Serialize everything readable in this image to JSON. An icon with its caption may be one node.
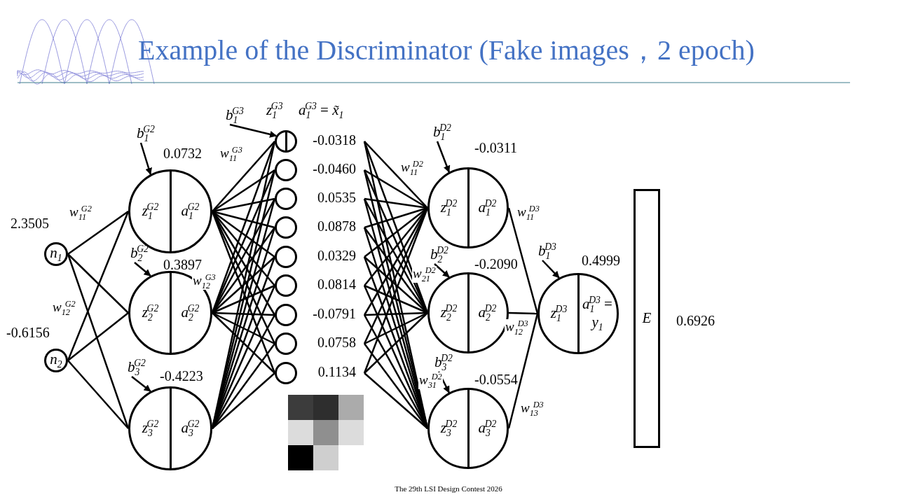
{
  "diagram": {
    "title": "Example of the Discriminator (Fake images，2 epoch)",
    "nodes": [
      {
        "text": [
          "*n*$_{1}$"
        ],
        "beside": [
          "2.3505"
        ]
      },
      {
        "text": [
          "*n*$_{2}$"
        ],
        "beside": [
          "-0.6156"
        ]
      },
      {
        "text": [
          "*z*$_{1}$$^{G2}$",
          "*a*$_{1}$$^{G2}$"
        ],
        "beside": [
          "0.0732"
        ]
      },
      {
        "text": [
          "*z*$_{2}$$^{G2}$",
          "*a*$_{2}$$^{G2}$"
        ],
        "beside": [
          "0.3897"
        ]
      },
      {
        "text": [
          "*z*$_{3}$$^{G2}$",
          "*a*$_{3}$$^{G2}$"
        ],
        "beside": [
          "-0.4223"
        ]
      },
      {
        "text": [
          "*z*$_{1}$$^{G3}$",
          "*a*$_{1}$$^{G3}$ = *x̃*$_{1}$"
        ],
        "beside": [
          "-0.0318"
        ]
      },
      {
        "text": [],
        "shape": "circle",
        "beside": [
          "-0.0460"
        ]
      },
      {
        "text": [],
        "shape": "circle",
        "beside": [
          "0.0535"
        ]
      },
      {
        "text": [],
        "shape": "circle",
        "beside": [
          "0.0878"
        ]
      },
      {
        "text": [],
        "shape": "circle",
        "beside": [
          "0.0329"
        ]
      },
      {
        "text": [],
        "shape": "circle",
        "beside": [
          "0.0814"
        ]
      },
      {
        "text": [],
        "shape": "circle",
        "beside": [
          "-0.0791"
        ]
      },
      {
        "text": [],
        "shape": "circle",
        "beside": [
          "0.0758"
        ]
      },
      {
        "text": [],
        "shape": "circle",
        "beside": [
          "0.1134"
        ]
      },
      {
        "text": [
          "*z*$_{1}$$^{D2}$",
          "*a*$_{1}$$^{D2}$"
        ],
        "beside": [
          "-0.0311"
        ]
      },
      {
        "text": [
          "*z*$_{2}$$^{D2}$",
          "*a*$_{2}$$^{D2}$"
        ],
        "beside": [
          "-0.2090"
        ]
      },
      {
        "text": [
          "*z*$_{3}$$^{D2}$",
          "*a*$_{3}$$^{D2}$"
        ],
        "beside": [
          "-0.0554"
        ]
      },
      {
        "text": [
          "*z*$_{1}$$^{D3}$",
          "*a*$_{1}$$^{D3}$ = *y*$_{1}$"
        ],
        "beside": [
          "0.4999"
        ]
      },
      {
        "text": [
          "E"
        ],
        "beside": [
          "0.6926"
        ]
      },
      {
        "text": [
          "*b*$_{1}$$^{G2}$"
        ]
      },
      {
        "text": [
          "*b*$_{2}$$^{G2}$"
        ]
      },
      {
        "text": [
          "*b*$_{3}$$^{G2}$"
        ]
      },
      {
        "text": [
          "*b*$_{1}$$^{G3}$"
        ]
      },
      {
        "text": [
          "*b*$_{1}$$^{D2}$"
        ]
      },
      {
        "text": [
          "*b*$_{2}$$^{D2}$"
        ]
      },
      {
        "text": [
          "*b*$_{3}$$^{D2}$"
        ]
      },
      {
        "text": [
          "*b*$_{1}$$^{D3}$"
        ]
      }
    ],
    "edges": [
      {
        "from": 0,
        "to": 2,
        "arrow": "none",
        "label": "*w*$_{11}$$^{G2}$"
      },
      {
        "from": 0,
        "to": 3,
        "arrow": "none"
      },
      {
        "from": 0,
        "to": 4,
        "arrow": "none"
      },
      {
        "from": 1,
        "to": 2,
        "arrow": "none",
        "label": "*w*$_{12}$$^{G2}$"
      },
      {
        "from": 1,
        "to": 3,
        "arrow": "none"
      },
      {
        "from": 1,
        "to": 4,
        "arrow": "none"
      },
      {
        "from": 2,
        "to": 5,
        "arrow": "none",
        "label": "*w*$_{11}$$^{G3}$"
      },
      {
        "from": 2,
        "to": 6,
        "arrow": "none"
      },
      {
        "from": 2,
        "to": 7,
        "arrow": "none"
      },
      {
        "from": 2,
        "to": 8,
        "arrow": "none"
      },
      {
        "from": 2,
        "to": 9,
        "arrow": "none"
      },
      {
        "from": 2,
        "to": 10,
        "arrow": "none"
      },
      {
        "from": 2,
        "to": 11,
        "arrow": "none"
      },
      {
        "from": 2,
        "to": 12,
        "arrow": "none"
      },
      {
        "from": 2,
        "to": 13,
        "arrow": "none"
      },
      {
        "from": 3,
        "to": 5,
        "arrow": "none",
        "label": "*w*$_{12}$$^{G3}$"
      },
      {
        "from": 3,
        "to": 6,
        "arrow": "none"
      },
      {
        "from": 3,
        "to": 7,
        "arrow": "none"
      },
      {
        "from": 3,
        "to": 8,
        "arrow": "none"
      },
      {
        "from": 3,
        "to": 9,
        "arrow": "none"
      },
      {
        "from": 3,
        "to": 10,
        "arrow": "none"
      },
      {
        "from": 3,
        "to": 11,
        "arrow": "none"
      },
      {
        "from": 3,
        "to": 12,
        "arrow": "none"
      },
      {
        "from": 3,
        "to": 13,
        "arrow": "none"
      },
      {
        "from": 4,
        "to": 5,
        "arrow": "none"
      },
      {
        "from": 4,
        "to": 6,
        "arrow": "none"
      },
      {
        "from": 4,
        "to": 7,
        "arrow": "none"
      },
      {
        "from": 4,
        "to": 8,
        "arrow": "none"
      },
      {
        "from": 4,
        "to": 9,
        "arrow": "none"
      },
      {
        "from": 4,
        "to": 10,
        "arrow": "none"
      },
      {
        "from": 4,
        "to": 11,
        "arrow": "none"
      },
      {
        "from": 4,
        "to": 12,
        "arrow": "none"
      },
      {
        "from": 4,
        "to": 13,
        "arrow": "none"
      },
      {
        "from": 5,
        "to": 14,
        "arrow": "none",
        "label": "*w*$_{11}$$^{D2}$"
      },
      {
        "from": 5,
        "to": 15,
        "arrow": "none",
        "label": "*w*$_{21}$$^{D2}$"
      },
      {
        "from": 5,
        "to": 16,
        "arrow": "none",
        "label": "*w*$_{31}$$^{D2}$"
      },
      {
        "from": 6,
        "to": 14,
        "arrow": "none"
      },
      {
        "from": 6,
        "to": 15,
        "arrow": "none"
      },
      {
        "from": 6,
        "to": 16,
        "arrow": "none"
      },
      {
        "from": 7,
        "to": 14,
        "arrow": "none"
      },
      {
        "from": 7,
        "to": 15,
        "arrow": "none"
      },
      {
        "from": 7,
        "to": 16,
        "arrow": "none"
      },
      {
        "from": 8,
        "to": 14,
        "arrow": "none"
      },
      {
        "from": 8,
        "to": 15,
        "arrow": "none"
      },
      {
        "from": 8,
        "to": 16,
        "arrow": "none"
      },
      {
        "from": 9,
        "to": 14,
        "arrow": "none"
      },
      {
        "from": 9,
        "to": 15,
        "arrow": "none"
      },
      {
        "from": 9,
        "to": 16,
        "arrow": "none"
      },
      {
        "from": 10,
        "to": 14,
        "arrow": "none"
      },
      {
        "from": 10,
        "to": 15,
        "arrow": "none"
      },
      {
        "from": 10,
        "to": 16,
        "arrow": "none"
      },
      {
        "from": 11,
        "to": 14,
        "arrow": "none"
      },
      {
        "from": 11,
        "to": 15,
        "arrow": "none"
      },
      {
        "from": 11,
        "to": 16,
        "arrow": "none"
      },
      {
        "from": 12,
        "to": 14,
        "arrow": "none"
      },
      {
        "from": 12,
        "to": 15,
        "arrow": "none"
      },
      {
        "from": 12,
        "to": 16,
        "arrow": "none"
      },
      {
        "from": 13,
        "to": 14,
        "arrow": "none"
      },
      {
        "from": 13,
        "to": 15,
        "arrow": "none"
      },
      {
        "from": 13,
        "to": 16,
        "arrow": "none"
      },
      {
        "from": 14,
        "to": 17,
        "arrow": "none",
        "label": "*w*$_{11}$$^{D3}$"
      },
      {
        "from": 15,
        "to": 17,
        "arrow": "none",
        "label": "*w*$_{12}$$^{D3}$"
      },
      {
        "from": 16,
        "to": 17,
        "arrow": "none",
        "label": "*w*$_{13}$$^{D3}$"
      },
      {
        "from": 19,
        "to": 2,
        "arrow": "to"
      },
      {
        "from": 20,
        "to": 3,
        "arrow": "to"
      },
      {
        "from": 21,
        "to": 4,
        "arrow": "to"
      },
      {
        "from": 22,
        "to": 5,
        "arrow": "to"
      },
      {
        "from": 23,
        "to": 14,
        "arrow": "to"
      },
      {
        "from": 24,
        "to": 15,
        "arrow": "to"
      },
      {
        "from": 25,
        "to": 16,
        "arrow": "to"
      },
      {
        "from": 26,
        "to": 17,
        "arrow": "to"
      }
    ],
    "labels": [
      "The 29th LSI Design Contest 2026"
    ]
  }
}
